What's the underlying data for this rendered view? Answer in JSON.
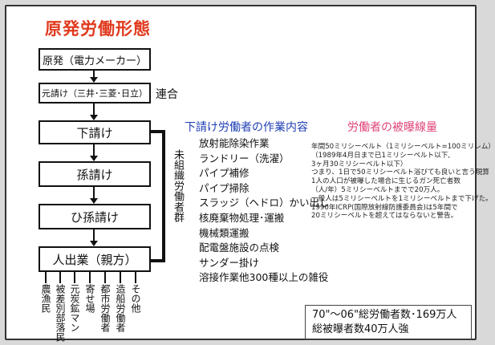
{
  "title": "原発労働形態",
  "hierarchy": {
    "top": "原発（電力メーカー）",
    "prime": "元請け（三井･三菱･日立）",
    "prime_note": "連合",
    "sub": "下請け",
    "grand_sub": "孫請け",
    "great_grand_sub": "ひ孫請け",
    "labor_agency": "人出業（親方）",
    "unorganized_label": "未組織労働者群"
  },
  "sources": [
    "農漁民",
    "被差別部落民",
    "元炭鉱マン",
    "寄せ場",
    "都市労働者",
    "造船労働者",
    "その他"
  ],
  "work": {
    "heading": "下請け労働者の作業内容",
    "items": [
      "放射能除染作業",
      "ランドリー（洗濯）",
      "パイプ補修",
      "パイプ掃除",
      "スラッジ（ヘドロ）かい出し",
      "核廃棄物処理･運搬",
      "機械類運搬",
      "配電盤施設の点検",
      "サンダー掛け",
      "溶接作業他300種以上の雑役"
    ]
  },
  "exposure": {
    "heading": "労働者の被曝線量",
    "lines": [
      "年間50ミリシーベルト（1ミリシーベルト=100ミリレム）",
      "（1989年4月日まで已1ミリシーベルト以下,",
      "3ヶ月30ミリシーベルト以下）",
      "つまり、1日で50ミリシーベルト浴びても良いと言う現算",
      "1人の人口が被曝した場合に生じるガン死亡者数",
      "（人/年）5ミリシーベルトまでで20万人。",
      "一般人は5ミリシーベルトを1ミリシーベルトまで下げた。",
      "1990年ICRP(国際放射線防護委員会)は5年間で",
      "20ミリシーベルトを超えてはならないと警告。"
    ]
  },
  "summary": {
    "line1": "70\"〜06\"総労働者数･169万人",
    "line2": "総被曝者数40万人強"
  },
  "colors": {
    "title": "#e03a1e",
    "work_heading": "#1f3fb5",
    "exposure_heading": "#e0437a"
  }
}
